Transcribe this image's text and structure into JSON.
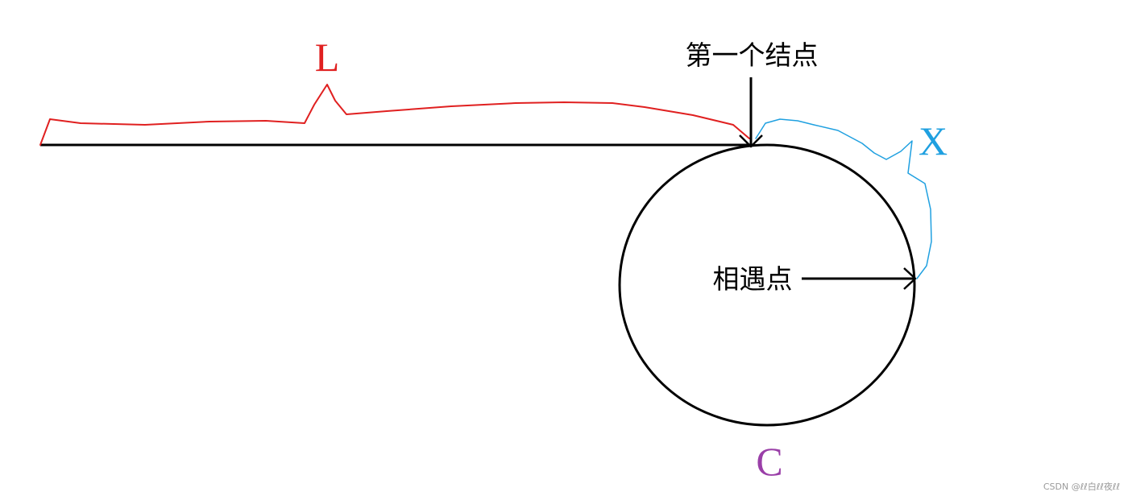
{
  "labels": {
    "L": "L",
    "X": "X",
    "C": "C",
    "first_node": "第一个结点",
    "meeting_point": "相遇点"
  },
  "watermark": "CSDN @ℓℓ白ℓℓ夜ℓℓ",
  "colors": {
    "L": "#e02020",
    "X": "#1fa0e0",
    "C": "#9a3fa8",
    "line": "#000000"
  }
}
